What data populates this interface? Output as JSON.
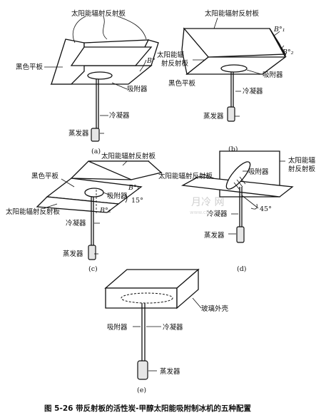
{
  "panels": {
    "a": {
      "tag": "(a)",
      "label_reflector": "太阳能辐射反射板",
      "label_black_plate": "黑色平板",
      "label_adsorber": "吸附器",
      "label_condenser": "冷凝器",
      "label_evaporator": "蒸发器",
      "angle": "B°"
    },
    "b": {
      "tag": "(b)",
      "label_reflector_top": "太阳能辐射反射板",
      "label_reflector_side_line1": "太阳能辐",
      "label_reflector_side_line2": "射反射板",
      "label_adsorber": "吸附器",
      "label_black_plate": "黑色平板",
      "label_condenser": "冷凝器",
      "label_evaporator": "蒸发器",
      "angle1": "B°₁",
      "angle2": "B°₂"
    },
    "c": {
      "tag": "(c)",
      "label_reflector_top": "太阳能辐射反射板",
      "label_black_plate": "黑色平板",
      "label_adsorber": "吸附器",
      "label_reflector_bottom": "太阳能辐射反射板",
      "label_condenser": "冷凝器",
      "label_evaporator": "蒸发器",
      "angle_top": "B°₁",
      "angle_bottom": "B°₂",
      "angle_15": "15°"
    },
    "d": {
      "tag": "(d)",
      "label_reflector_left": "太阳能辐射反射板",
      "label_adsorber": "吸附器",
      "label_reflector_right_line1": "太阳能辐",
      "label_reflector_right_line2": "射反射板",
      "label_condenser": "冷凝器",
      "label_evaporator": "蒸发器",
      "angle_45": "45°"
    },
    "e": {
      "tag": "(e)",
      "label_glass_shell": "玻璃外壳",
      "label_adsorber": "吸附器",
      "label_condenser": "冷凝器",
      "label_evaporator": "蒸发器"
    }
  },
  "watermark": {
    "text": "月冷 网",
    "url": "www.ctl.cn"
  },
  "caption": "图 5-26   带反射板的活性炭-甲醇太阳能吸附制冰机的五种配置"
}
